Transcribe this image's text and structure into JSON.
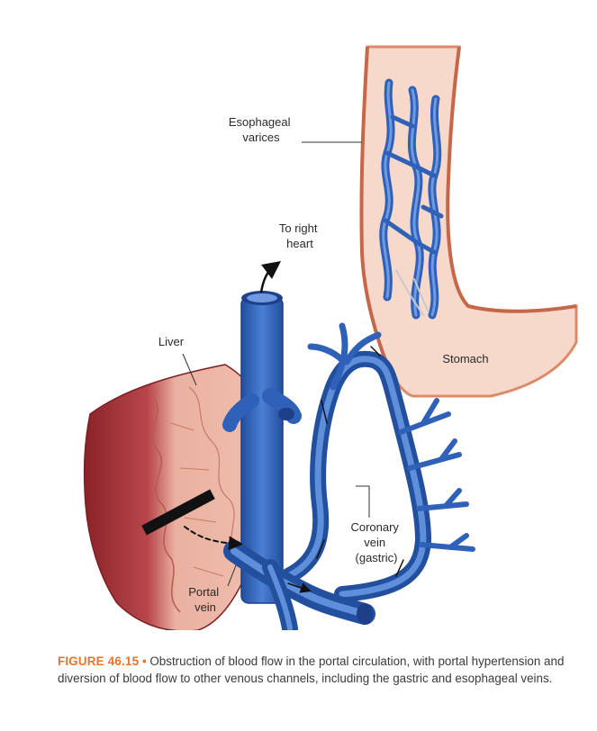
{
  "labels": {
    "esophageal": [
      "Esophageal",
      "varices"
    ],
    "to_right_heart": [
      "To right",
      "heart"
    ],
    "liver": "Liver",
    "stomach": "Stomach",
    "coronary": [
      "Coronary",
      "vein",
      "(gastric)"
    ],
    "portal": [
      "Portal",
      "vein"
    ]
  },
  "caption": {
    "figure_number": "FIGURE 46.15",
    "bullet": "•",
    "text": "Obstruction of blood flow in the portal circulation, with portal hypertension and diversion of blood flow to other venous channels, including the gastric and esophageal veins."
  },
  "colors": {
    "vein": "#2f61b8",
    "vein_light": "#5f8fdb",
    "liver": "#a3333a",
    "liver_light": "#e8a994",
    "stomach": "#f6d5c7",
    "stomach_edge": "#dd8a68",
    "accent": "#e8742b"
  }
}
